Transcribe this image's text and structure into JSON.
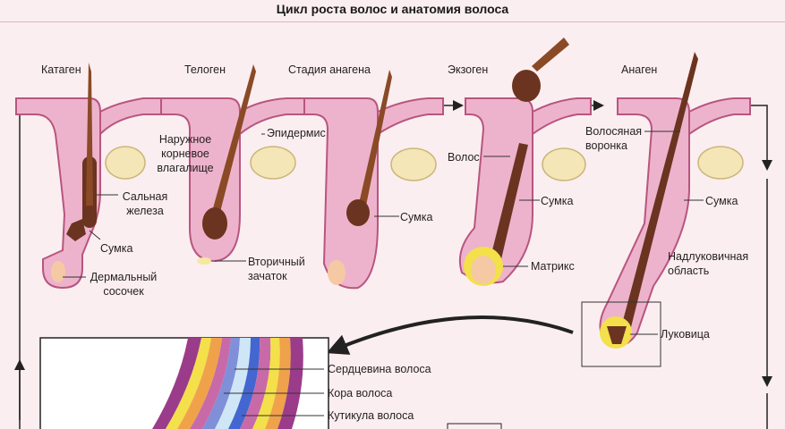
{
  "title": "Цикл роста волос и анатомия волоса",
  "stages": {
    "catagen": "Катаген",
    "telogen": "Телоген",
    "anagen_stage": "Стадия анагена",
    "exogen": "Экзоген",
    "anagen": "Анаген"
  },
  "labels": {
    "outer_root_sheath_1": "Наружное",
    "outer_root_sheath_2": "корневое",
    "outer_root_sheath_3": "влагалище",
    "epidermis": "Эпидермис",
    "sebaceous_gland_1": "Сальная",
    "sebaceous_gland_2": "железа",
    "sheath_catagen": "Сумка",
    "dermal_papilla_1": "Дермальный",
    "dermal_papilla_2": "сосочек",
    "secondary_germ_1": "Вторичный",
    "secondary_germ_2": "зачаток",
    "sheath_anagen_stage": "Сумка",
    "hair_exogen": "Волос",
    "sheath_exogen": "Сумка",
    "matrix": "Матрикс",
    "hair_funnel_1": "Волосяная",
    "hair_funnel_2": "воронка",
    "sheath_anagen": "Сумка",
    "suprabulbar_1": "Надлуковичная",
    "suprabulbar_2": "область",
    "bulb": "Луковица",
    "medulla": "Сердцевина волоса",
    "cortex": "Кора волоса",
    "cuticle": "Кутикула волоса"
  },
  "colors": {
    "background": "#fbeef0",
    "follicle": "#eeb3cc",
    "follicle_outline": "#b8557f",
    "hair": "#6b3420",
    "gland": "#f5e6b8",
    "matrix_ring": "#f3e04a",
    "arrow": "#222222"
  }
}
